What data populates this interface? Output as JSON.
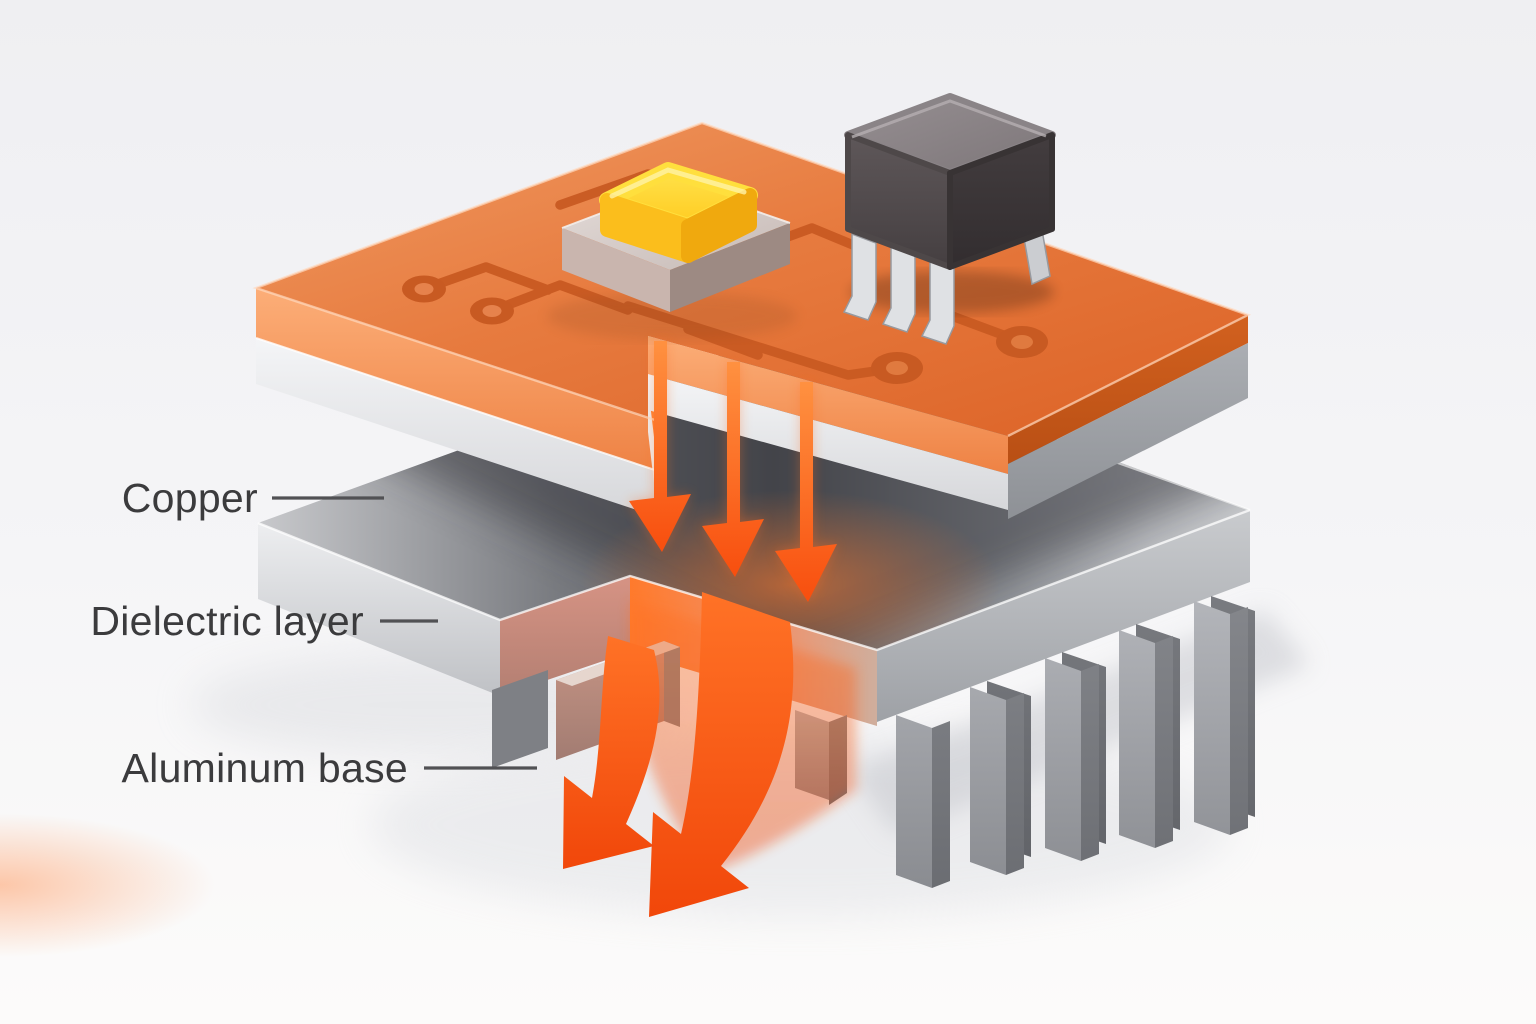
{
  "diagram": {
    "title_hidden": "",
    "labels": [
      {
        "id": "copper",
        "text": "Copper"
      },
      {
        "id": "dielectric",
        "text": "Dielectric layer"
      },
      {
        "id": "aluminum",
        "text": "Aluminum base"
      }
    ],
    "heat_flow": {
      "straight_arrows": 3,
      "curved_arrows": 2
    },
    "parts": {
      "board": "copper-circuit-board",
      "component_1": "yellow-led-die-on-pad",
      "component_2": "ic-chip-package",
      "base": "finned-aluminum-heat-sink"
    },
    "colors": {
      "background": "#F2F2F4",
      "copper": "#E6763C",
      "copper_trace": "#C85A22",
      "silver_layer": "#D8D9DC",
      "dielectric_gray": "#A9ABAF",
      "aluminum_gray": "#9A9CA1",
      "heat_arrow": "#F85210",
      "component_yellow": "#FFD21F",
      "chip_body": "#55504F",
      "chip_pins": "#D9DBDE",
      "label_text": "#3B3B3D",
      "leader_line": "#515154"
    }
  }
}
